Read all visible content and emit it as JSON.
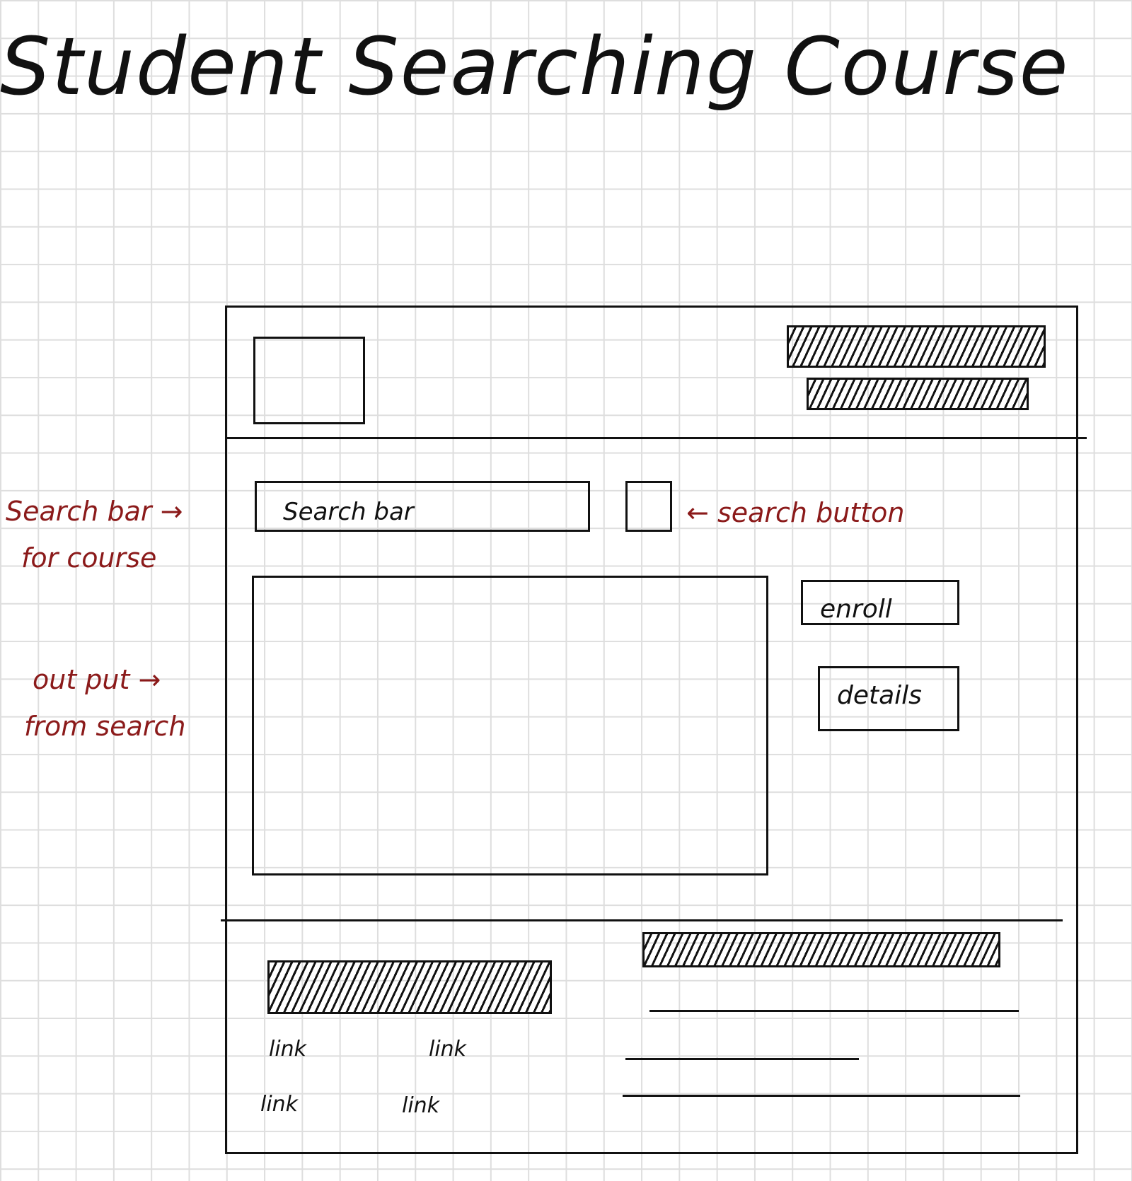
{
  "title": "Student Searching Course",
  "search": {
    "placeholder": "Search bar"
  },
  "buttons": {
    "enroll": "enroll",
    "details": "details"
  },
  "footer": {
    "links": [
      "link",
      "link",
      "link",
      "link"
    ]
  },
  "annotations": {
    "search_bar": [
      "Search bar",
      "for course"
    ],
    "search_button": "search button",
    "output": [
      "out put",
      "from search"
    ]
  },
  "colors": {
    "ink": "#111111",
    "annotation": "#8b1a1a",
    "grid": "#dedede"
  }
}
